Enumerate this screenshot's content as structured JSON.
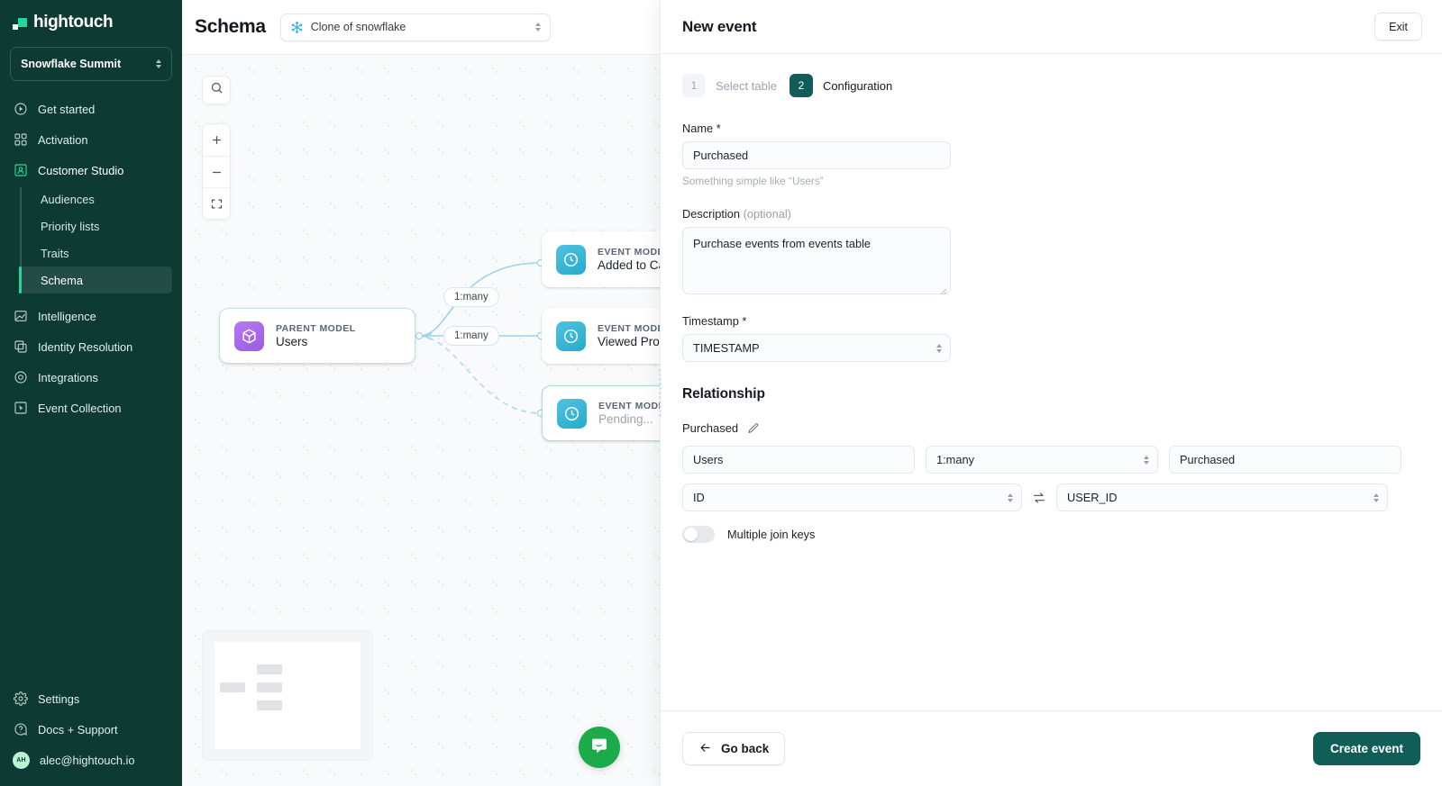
{
  "brand": {
    "name": "hightouch",
    "accent": "#25d899",
    "dark": "#0d3b33",
    "teal": "#115e59"
  },
  "sidebar": {
    "workspace": "Snowflake Summit",
    "items": [
      {
        "label": "Get started",
        "icon": "play-circle-icon"
      },
      {
        "label": "Activation",
        "icon": "grid-icon"
      },
      {
        "label": "Customer Studio",
        "icon": "customer-studio-icon"
      },
      {
        "label": "Intelligence",
        "icon": "chart-icon"
      },
      {
        "label": "Identity Resolution",
        "icon": "layers-icon"
      },
      {
        "label": "Integrations",
        "icon": "circle-dot-icon"
      },
      {
        "label": "Event Collection",
        "icon": "cursor-box-icon"
      }
    ],
    "sub_items": [
      {
        "label": "Audiences"
      },
      {
        "label": "Priority lists"
      },
      {
        "label": "Traits"
      },
      {
        "label": "Schema"
      }
    ],
    "selected_sub": "Schema",
    "bottom": [
      {
        "label": "Settings",
        "icon": "gear-icon"
      },
      {
        "label": "Docs + Support",
        "icon": "question-circle-icon"
      }
    ],
    "user": {
      "email": "alec@hightouch.io",
      "initials": "AH"
    }
  },
  "topbar": {
    "title": "Schema",
    "source": {
      "label": "Clone of snowflake",
      "icon": "snowflake-icon"
    }
  },
  "canvas": {
    "controls": {
      "search": "search-icon",
      "zoom_in": "+",
      "zoom_out": "−",
      "fit": "fit-icon"
    },
    "nodes": [
      {
        "kind": "PARENT MODEL",
        "name": "Users",
        "type": "parent"
      },
      {
        "kind": "EVENT MODEL",
        "name": "Added to Cart",
        "type": "event"
      },
      {
        "kind": "EVENT MODEL",
        "name": "Viewed Product",
        "type": "event"
      },
      {
        "kind": "EVENT MODEL",
        "name": "Pending...",
        "type": "event-pending"
      }
    ],
    "edge_labels": [
      "1:many",
      "1:many"
    ]
  },
  "panel": {
    "title": "New event",
    "exit_label": "Exit",
    "steps": [
      {
        "number": "1",
        "label": "Select table",
        "state": "done"
      },
      {
        "number": "2",
        "label": "Configuration",
        "state": "current"
      }
    ],
    "name_field": {
      "label": "Name",
      "required_mark": "*",
      "value": "Purchased",
      "hint": "Something simple like “Users”"
    },
    "description_field": {
      "label": "Description",
      "optional_mark": "(optional)",
      "value": "Purchase events from events table"
    },
    "timestamp_field": {
      "label": "Timestamp",
      "required_mark": "*",
      "value": "TIMESTAMP"
    },
    "relationship": {
      "section_title": "Relationship",
      "name": "Purchased",
      "edit_icon": "pencil-icon",
      "from_model": "Users",
      "cardinality": "1:many",
      "to_model": "Purchased",
      "from_key": "ID",
      "to_key": "USER_ID",
      "swap_icon": "swap-icon",
      "multiple_join_keys_label": "Multiple join keys",
      "multiple_join_keys_on": false
    },
    "footer": {
      "back_label": "Go back",
      "back_icon": "arrow-left-icon",
      "create_label": "Create event"
    }
  }
}
